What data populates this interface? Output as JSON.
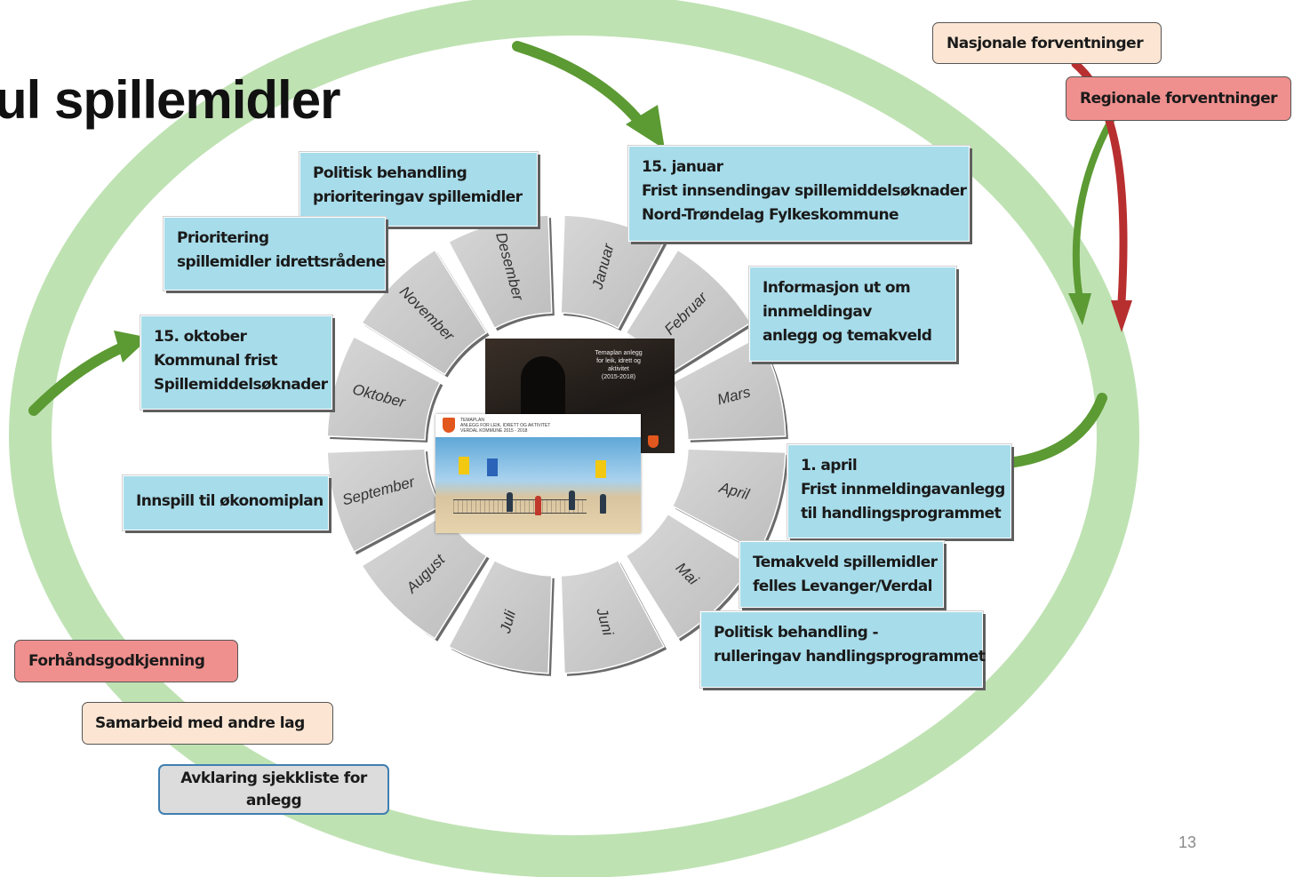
{
  "title": "ul spillemidler",
  "page_number": "13",
  "months": [
    "Januar",
    "Februar",
    "Mars",
    "April",
    "Mai",
    "Juni",
    "Juli",
    "August",
    "September",
    "Oktober",
    "November",
    "Desember"
  ],
  "boxes": {
    "politisk_prioritering": [
      "Politisk behandling",
      "prioriteringav spillemidler"
    ],
    "prioritering_idrettsrad": [
      "Prioritering",
      "spillemidler idrettsrådene"
    ],
    "kommunal_frist": [
      "15. oktober",
      "Kommunal frist",
      "Spillemiddelsøknader"
    ],
    "okonomiplan": [
      "Innspill til økonomiplan"
    ],
    "januar_frist": [
      "15. januar",
      "Frist innsendingav spillemiddelsøknader",
      "Nord-Trøndelag Fylkeskommune"
    ],
    "informasjon": [
      "Informasjon ut om",
      "innmeldingav",
      "anlegg og temakveld"
    ],
    "april_frist": [
      "1. april",
      "Frist innmeldingavanlegg",
      "til handlingsprogrammet"
    ],
    "temakveld": [
      "Temakveld spillemidler",
      "felles Levanger/Verdal"
    ],
    "rullering": [
      "Politisk behandling -",
      "rulleringav handlingsprogrammet"
    ]
  },
  "tags": {
    "nasjonale": "Nasjonale forventninger",
    "regionale": "Regionale forventninger",
    "forhandsgodkjenning": "Forhåndsgodkjenning",
    "samarbeid": "Samarbeid med andre lag",
    "avklaring": [
      "Avklaring sjekkliste for",
      "anlegg"
    ]
  },
  "photos": {
    "cover1_text": [
      "Temaplan anlegg",
      "for leik, idrett og",
      "aktivitet",
      "(2015-2018)"
    ],
    "cover2_text": [
      "TEMAPLAN",
      "ANLEGG FOR LEIK, IDRETT OG AKTIVITET",
      "VERDAL KOMMUNE 2015 - 2018"
    ]
  },
  "colors": {
    "ring": "#bfe2b3",
    "box_fill": "#a7dcea",
    "segment_fill": "#c8c8c8",
    "green_arrow": "#5c9a33",
    "red_arrow": "#b82f30",
    "tag_red": "#f0908e",
    "tag_peach": "#fce6d3",
    "tag_grey": "#dcdcdc"
  }
}
